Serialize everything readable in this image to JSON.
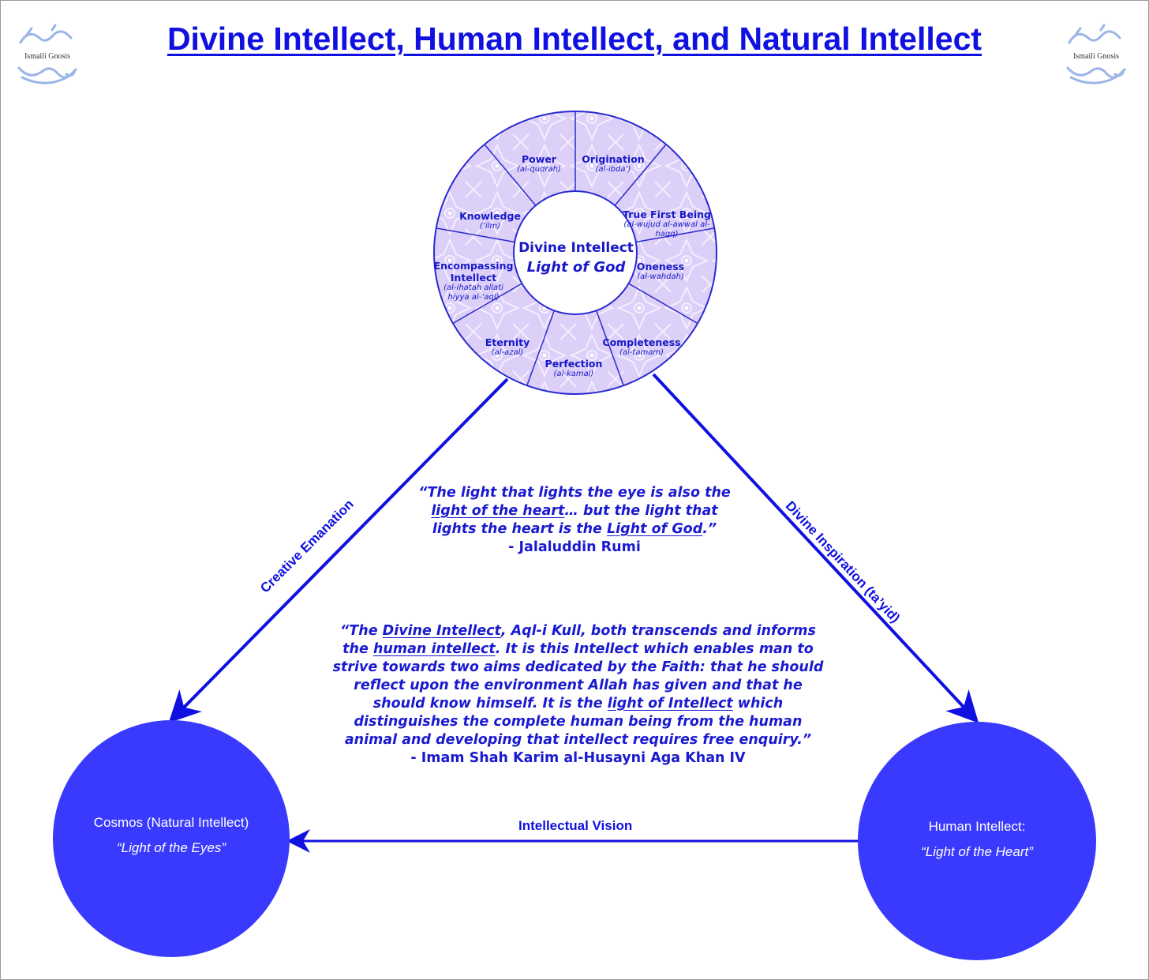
{
  "title": "Divine Intellect, Human Intellect, and Natural Intellect",
  "logo": {
    "text": "Ismaili Gnosis"
  },
  "colors": {
    "accent": "#1010e0",
    "node_fill": "#3a3aff",
    "ring_fill": "#dcd0f8",
    "ring_stroke": "#2a2ad0"
  },
  "divine": {
    "center_title": "Divine Intellect",
    "center_subtitle": "Light of God",
    "segments": [
      {
        "name": "Power",
        "translit": "(al-qudrah)"
      },
      {
        "name": "Origination",
        "translit": "(al-ibda‘)"
      },
      {
        "name": "True First Being",
        "translit": "(al-wujud al-awwal al-haqq)"
      },
      {
        "name": "Oneness",
        "translit": "(al-wahdah)"
      },
      {
        "name": "Completeness",
        "translit": "(al-tamam)"
      },
      {
        "name": "Perfection",
        "translit": "(al-kamal)"
      },
      {
        "name": "Eternity",
        "translit": "(al-azal)"
      },
      {
        "name": "Encompassing Intellect",
        "translit": "(al-ihatah allati hiyya al-‘aql)"
      },
      {
        "name": "Knowledge",
        "translit": "(‘ilm)"
      }
    ]
  },
  "arrows": {
    "left": "Creative Emanation",
    "right": "Divine Inspiration (ta’yid)",
    "bottom": "Intellectual Vision"
  },
  "quotes": {
    "rumi": {
      "p1": "“The light that lights the eye is also the ",
      "u1": "light of the heart",
      "p2": "… but the light that lights the heart is the ",
      "u2": "Light of God",
      "p3": ".”",
      "author": "- Jalaluddin Rumi"
    },
    "aga_khan": {
      "p1": "“The ",
      "u1": "Divine Intellect",
      "p2": ", Aql-i Kull, both transcends and informs the ",
      "u2": "human intellect",
      "p3": ". It is this Intellect which enables man to strive towards two aims dedicated by the Faith: that he should reflect upon the environment Allah has given and that he should know himself. It is the ",
      "u3": "light of Intellect",
      "p4": " which distinguishes the complete human being from the human animal and developing that intellect requires free enquiry.”",
      "author": "- Imam Shah Karim al-Husayni Aga Khan IV"
    }
  },
  "nodes": {
    "cosmos": {
      "title": "Cosmos (Natural Intellect)",
      "subtitle": "“Light of the Eyes”"
    },
    "human": {
      "title": "Human Intellect:",
      "subtitle": "“Light of the Heart”"
    }
  }
}
